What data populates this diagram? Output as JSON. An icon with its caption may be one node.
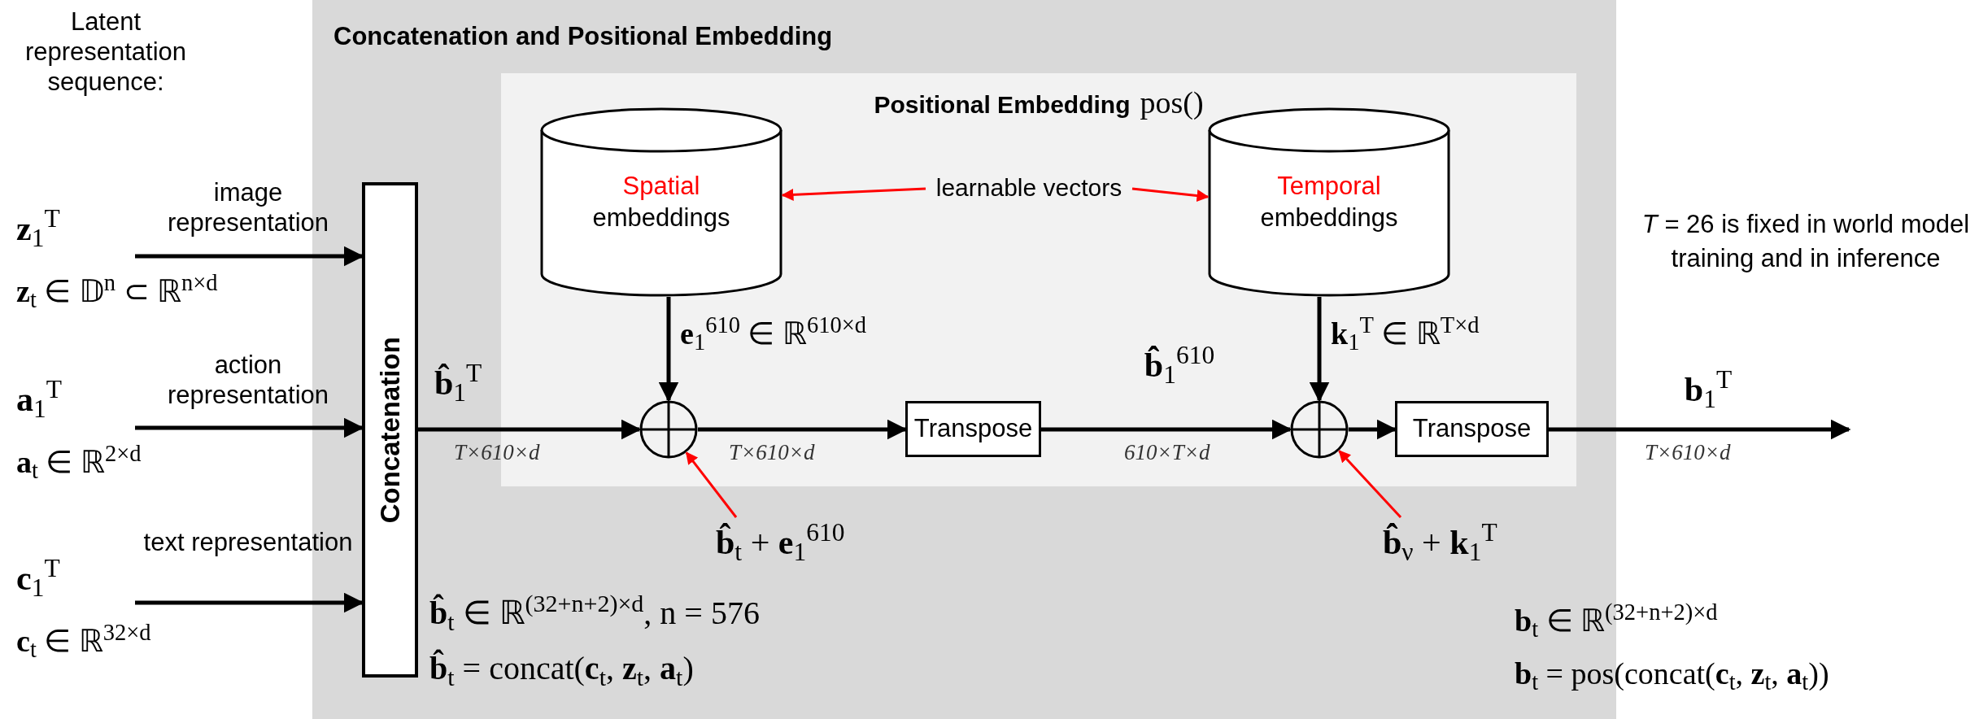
{
  "diagram": {
    "nodes": [
      {
        "text": [
          "Concatenation and Positional Embedding"
        ]
      },
      {
        "text": [
          "Positional Embedding",
          "pos()"
        ],
        "in": 0
      },
      {
        "text": [
          "Spatial",
          "embeddings"
        ],
        "in": 1
      },
      {
        "text": [
          "Temporal",
          "embeddings"
        ],
        "in": 1
      },
      {
        "text": [
          "learnable vectors"
        ],
        "in": 1
      },
      {
        "text": [
          "Concatenation"
        ],
        "in": 0
      },
      {
        "text": [],
        "shape": "circle",
        "in": 1
      },
      {
        "text": [
          "Transpose"
        ],
        "in": 1
      },
      {
        "text": [],
        "shape": "circle",
        "in": 1
      },
      {
        "text": [
          "Transpose"
        ],
        "in": 1
      },
      {
        "text": [
          "**z**$_{1}$$^{T}$"
        ],
        "beside": [
          "**z**$_{t}$ ∈ 𝔻$^{n}$ ⊂ ℝ$^{n×d}$"
        ]
      },
      {
        "text": [
          "**a**$_{1}$$^{T}$"
        ],
        "beside": [
          "**a**$_{t}$ ∈ ℝ$^{2×d}$"
        ]
      },
      {
        "text": [
          "**c**$_{1}$$^{T}$"
        ],
        "beside": [
          "**c**$_{t}$ ∈ ℝ$^{32×d}$"
        ]
      },
      {
        "text": [
          "**b̂**$_{t}$ + **e**$_{1}$$^{610}$"
        ],
        "in": 0
      },
      {
        "text": [
          "**b̂̂**$_{ν}$ + **k**$_{1}$$^{T}$"
        ],
        "in": 0
      }
    ],
    "edges": [
      {
        "from": 10,
        "to": 5,
        "arrow": "to",
        "label": "image representation"
      },
      {
        "from": 11,
        "to": 5,
        "arrow": "to",
        "label": "action representation"
      },
      {
        "from": 12,
        "to": 5,
        "arrow": "to",
        "label": "text representation"
      },
      {
        "from": 5,
        "to": 6,
        "arrow": "to",
        "label": "**b̂**$_{1}$$^{T}$"
      },
      {
        "from": 6,
        "to": 7,
        "arrow": "to"
      },
      {
        "from": 7,
        "to": 8,
        "arrow": "to",
        "label": "**b̂̂**$_{1}$$^{610}$"
      },
      {
        "from": 8,
        "to": 9,
        "arrow": "to"
      },
      {
        "from": 9,
        "to": null,
        "arrow": "to",
        "label": "**b**$_{1}$$^{T}$"
      },
      {
        "from": 2,
        "to": 6,
        "arrow": "to",
        "label": "**e**$_{1}$$^{610}$ ∈ ℝ$^{610×d}$"
      },
      {
        "from": 3,
        "to": 8,
        "arrow": "to",
        "label": "**k**$_{1}$$^{T}$ ∈ ℝ$^{T×d}$"
      },
      {
        "from": 4,
        "to": 2,
        "arrow": "to",
        "color": "#ff0000"
      },
      {
        "from": 4,
        "to": 3,
        "arrow": "to",
        "color": "#ff0000"
      },
      {
        "from": 13,
        "to": 6,
        "arrow": "to",
        "color": "#ff0000"
      },
      {
        "from": 14,
        "to": 8,
        "arrow": "to",
        "color": "#ff0000"
      }
    ],
    "labels": [
      "Latent representation sequence:",
      "T×610×d",
      "T×610×d",
      "610×T×d",
      "T×610×d",
      "**b̂**$_{t}$ ∈ ℝ$^{(32+n+2)×d}$,  n = 576",
      "**b̂**$_{t}$ = concat(**c**$_{t}$, **z**$_{t}$, **a**$_{t}$)",
      "*T* = 26 is fixed in world model training and in inference",
      "**b**$_{t}$ ∈ ℝ$^{(32+n+2)×d}$",
      "**b**$_{t}$ = pos(concat(**c**$_{t}$, **z**$_{t}$, **a**$_{t}$))"
    ]
  }
}
